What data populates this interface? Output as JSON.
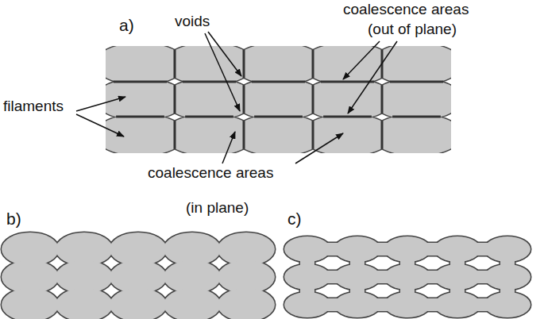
{
  "diagram": {
    "labels": [
      "a)",
      "voids",
      "coalescence areas",
      "(out of plane)",
      "filaments",
      "coalescence areas",
      "(in plane)",
      "b)",
      "c)"
    ]
  }
}
